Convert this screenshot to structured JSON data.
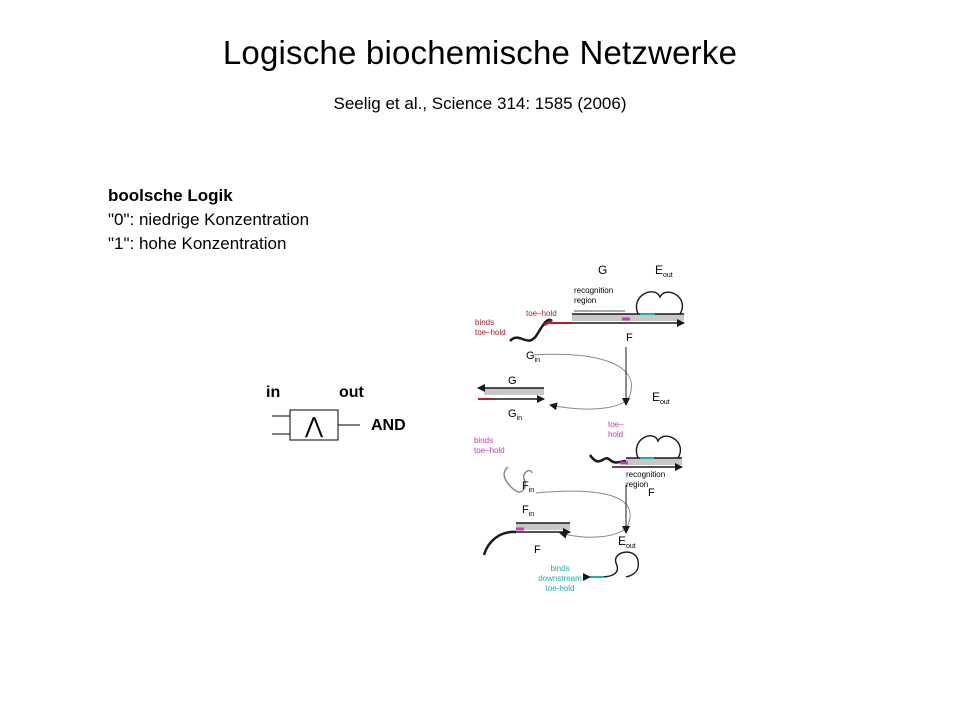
{
  "title": "Logische biochemische Netzwerke",
  "citation": "Seelig et al., Science 314: 1585 (2006)",
  "logic": {
    "heading": "boolsche Logik",
    "line1": "\"0\": niedrige Konzentration",
    "line2": "\"1\": hohe Konzentration"
  },
  "gate": {
    "in_label": "in",
    "out_label": "out",
    "symbol": "⋀",
    "name": "AND"
  },
  "mechanism": {
    "labels": {
      "G": "G",
      "E": "E",
      "out_sub": "out",
      "in_sub": "in",
      "F": "F",
      "recognition_region": [
        "recognition",
        "region"
      ],
      "toe_hold": "toe–hold",
      "toe_hold_split": [
        "toe–",
        "hold"
      ],
      "binds_toe_hold": [
        "binds",
        "toe–hold"
      ],
      "binds_downstream": [
        "binds",
        "downstream",
        "toe-hold"
      ]
    },
    "colors": {
      "strand": "#1a1a1a",
      "bar": "#c8c8c8",
      "toehold_red": "#b0202a",
      "toehold_magenta": "#c040b0",
      "downstream_cyan": "#20b0a8"
    }
  }
}
